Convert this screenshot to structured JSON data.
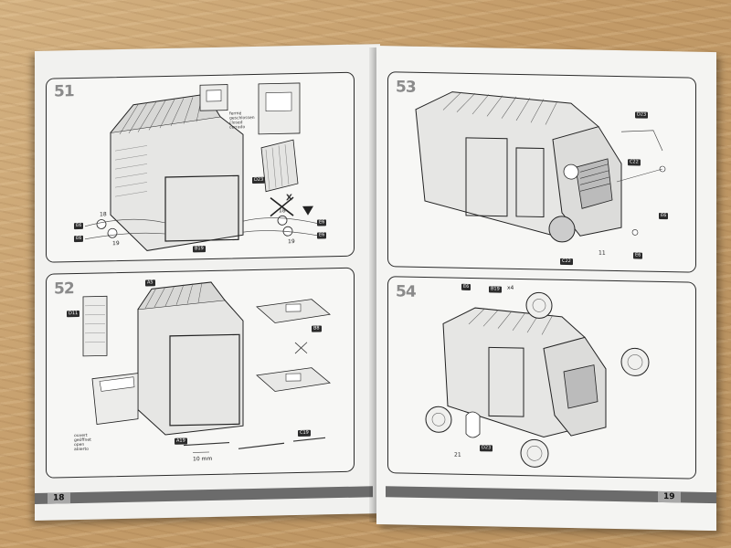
{
  "steps": {
    "s51": "51",
    "s52": "52",
    "s53": "53",
    "s54": "54"
  },
  "pages": {
    "left_number": "18",
    "right_number": "19"
  },
  "parts": {
    "p18a": "18",
    "p18b": "18",
    "p19a": "19",
    "p19b": "19",
    "p11": "11",
    "p21": "21",
    "x4": "x4",
    "dim10mm": "10 mm"
  },
  "tags": {
    "t1": "E6",
    "t2": "E6",
    "t3": "E6",
    "t4": "E6",
    "t5": "E6",
    "t6": "E6",
    "t7": "B19",
    "t8": "D23",
    "t9": "D11",
    "t10": "A5",
    "t11": "B8",
    "t12": "C22",
    "t13": "C22",
    "t14": "E6",
    "t15": "D23",
    "t16": "A19",
    "t17": "C19"
  },
  "notes": {
    "open_note": "ouvert\ngeöffnet\nopen\nabierto",
    "closed_note": "fermé\ngeschlossen\nclosed\ncerrado",
    "x_mark": "X"
  },
  "colors": {
    "wood": "#c9a878",
    "paper": "#f3f3f1",
    "line": "#2b2b2b",
    "step_gray": "#8a8a8a"
  }
}
